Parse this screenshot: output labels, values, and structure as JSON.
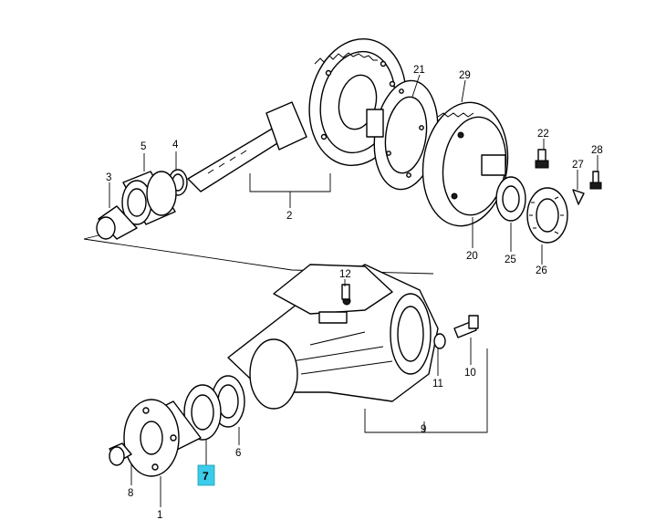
{
  "callouts": {
    "c1": "1",
    "c2": "2",
    "c3": "3",
    "c4": "4",
    "c5": "5",
    "c6": "6",
    "c7": "7",
    "c8": "8",
    "c9": "9",
    "c10": "10",
    "c11": "11",
    "c12": "12",
    "c20": "20",
    "c21": "21",
    "c22": "22",
    "c25": "25",
    "c26": "26",
    "c27": "27",
    "c28": "28",
    "c29": "29"
  },
  "highlight": {
    "callout": "7",
    "color": "#3ccbe8"
  }
}
